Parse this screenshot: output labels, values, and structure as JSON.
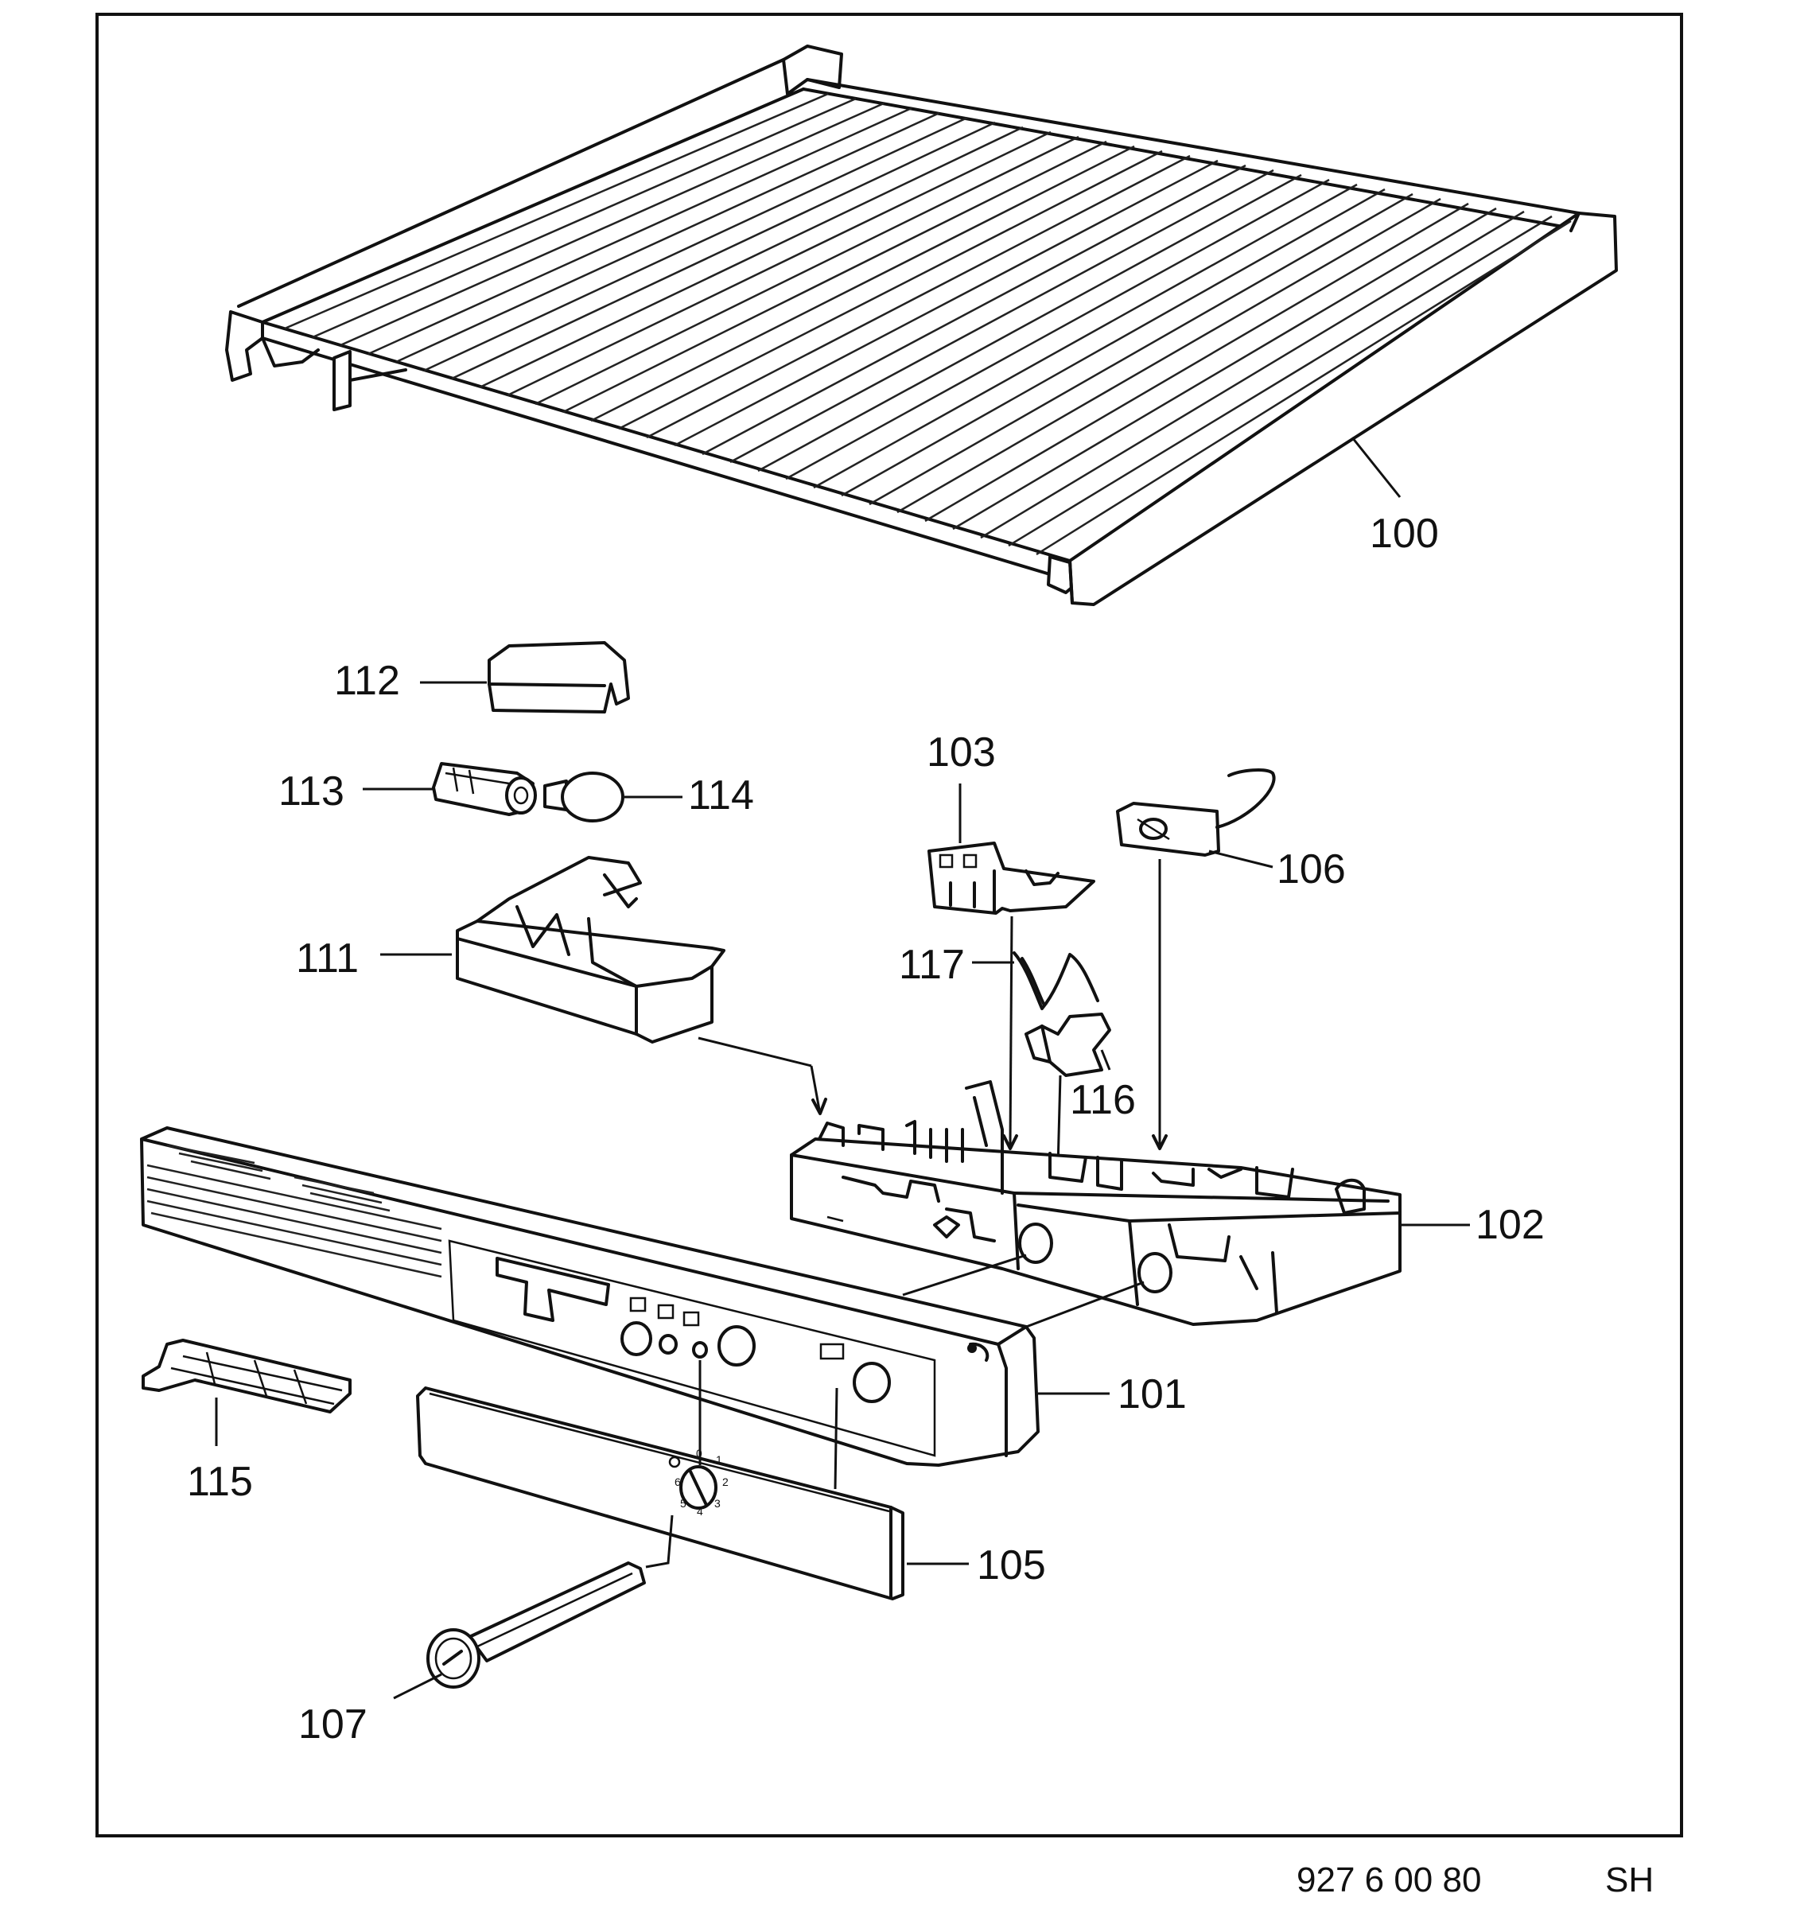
{
  "diagram": {
    "part_labels": {
      "p100": "100",
      "p101": "101",
      "p102": "102",
      "p103": "103",
      "p105": "105",
      "p106": "106",
      "p107": "107",
      "p111": "111",
      "p112": "112",
      "p113": "113",
      "p114": "114",
      "p115": "115",
      "p116": "116",
      "p117": "117"
    },
    "dial_numbers": [
      "0",
      "1",
      "2",
      "3",
      "4",
      "5",
      "6"
    ]
  },
  "footer": {
    "drawing_number": "927 6 00 80",
    "code": "SH"
  }
}
